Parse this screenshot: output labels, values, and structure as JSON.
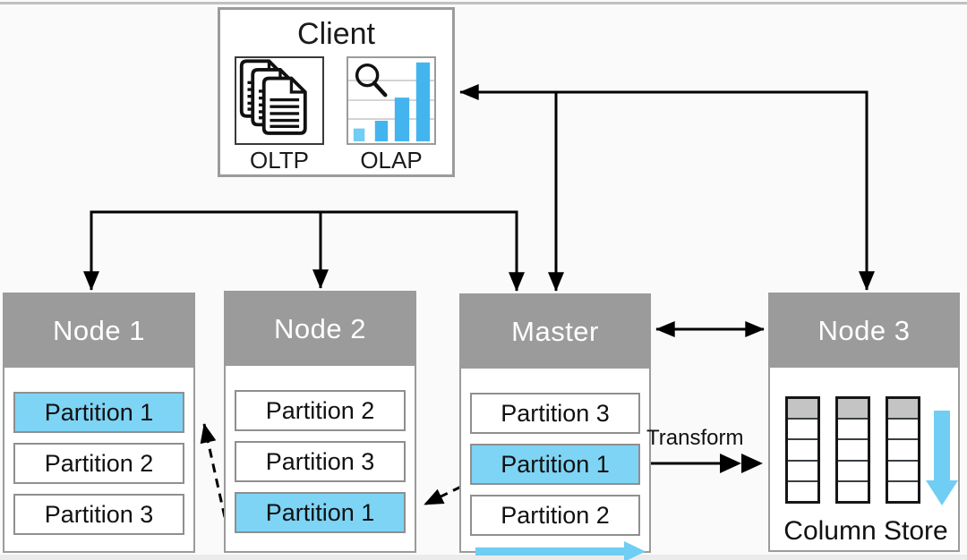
{
  "client": {
    "title": "Client",
    "oltp_label": "OLTP",
    "olap_label": "OLAP"
  },
  "nodes": [
    {
      "id": "node1",
      "title": "Node 1",
      "partitions": [
        {
          "label": "Partition 1",
          "highlighted": true
        },
        {
          "label": "Partition 2",
          "highlighted": false
        },
        {
          "label": "Partition 3",
          "highlighted": false
        }
      ]
    },
    {
      "id": "node2",
      "title": "Node 2",
      "partitions": [
        {
          "label": "Partition 2",
          "highlighted": false
        },
        {
          "label": "Partition 3",
          "highlighted": false
        },
        {
          "label": "Partition 1",
          "highlighted": true
        }
      ]
    },
    {
      "id": "master",
      "title": "Master",
      "partitions": [
        {
          "label": "Partition 3",
          "highlighted": false
        },
        {
          "label": "Partition 1",
          "highlighted": true
        },
        {
          "label": "Partition 2",
          "highlighted": false
        }
      ]
    },
    {
      "id": "node3",
      "title": "Node 3",
      "store_label": "Column Store",
      "column_count": 3
    }
  ],
  "annotations": {
    "transform_label": "Transform"
  },
  "icons": [
    "document-stack-icon",
    "search-bar-chart-icon",
    "column-icon",
    "flow-right-arrow",
    "flow-down-arrow"
  ],
  "colors": {
    "highlight_blue": "#7ed4f4",
    "flow_arrow_blue": "#70cdf3",
    "olap_bar_blue": "#44b4ef",
    "header_gray": "#9b9b9b",
    "column_header_gray": "#c4c4c4",
    "connector_black": "#000000",
    "header_text": "#ffffff"
  }
}
